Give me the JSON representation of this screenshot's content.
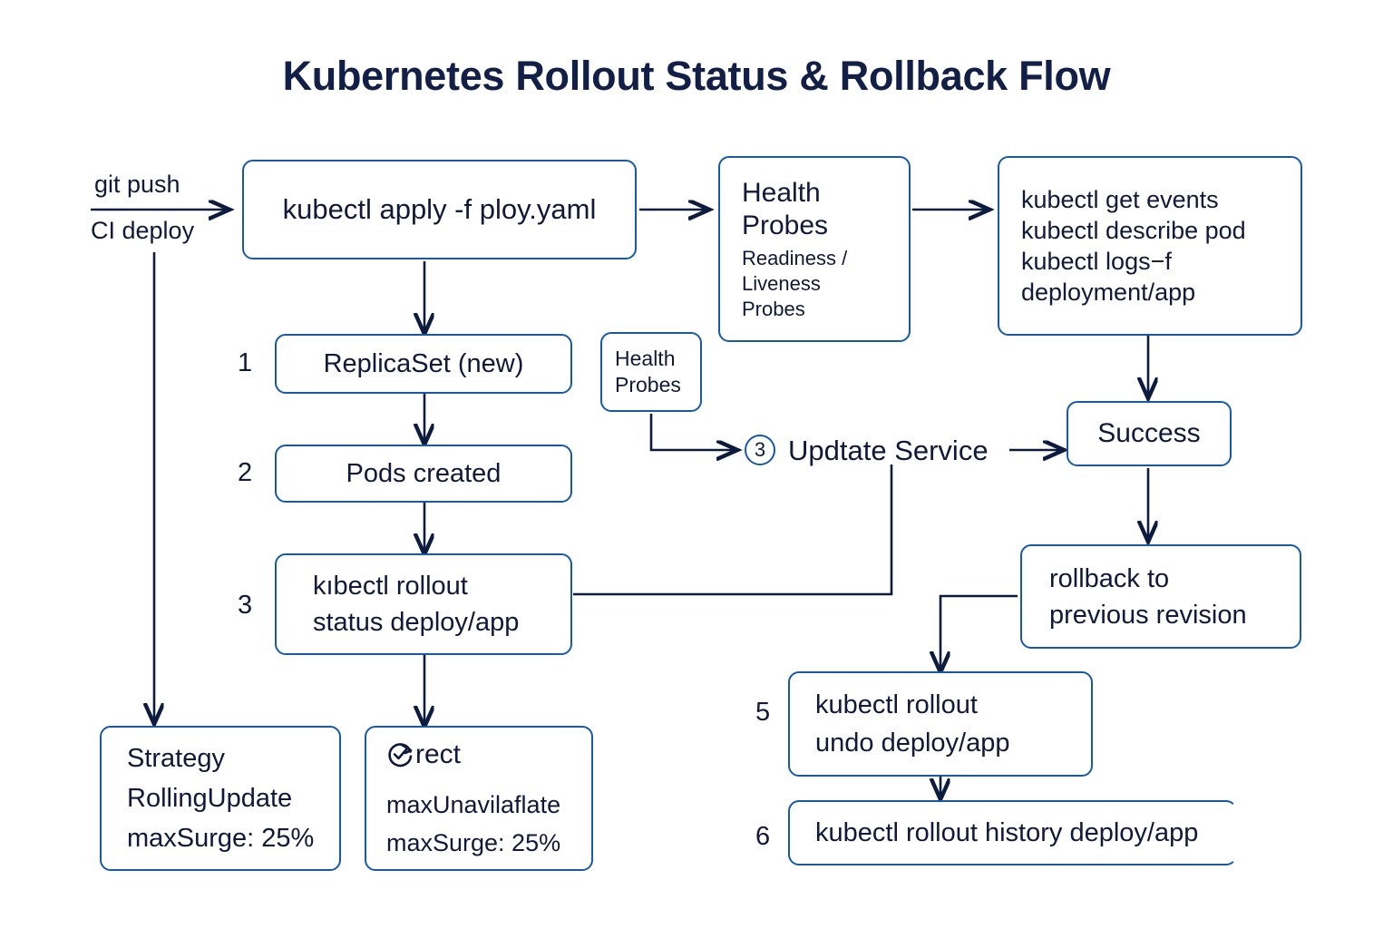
{
  "title": "Kubernetes Rollout Status & Rollback Flow",
  "theme": {
    "border": "#1659a8",
    "text": "#10193a",
    "arrow": "#0d1b3e",
    "background": "#ffffff"
  },
  "edge_labels": {
    "git_push": "git push",
    "ci_deploy": "CI deploy"
  },
  "step_numbers": {
    "one": "1",
    "two": "2",
    "three": "3",
    "three_circle": "3",
    "five": "5",
    "six": "6"
  },
  "nodes": {
    "apply": {
      "line1": "kubectl apply -f ploy.yaml"
    },
    "health_probes_big": {
      "line1": "Health",
      "line2": "Probes",
      "line3": "Readiness /",
      "line4": "Liveness",
      "line5": "Probes"
    },
    "debug_commands": {
      "line1": "kubectl get events",
      "line2": "kubectl describe pod",
      "line3": "kubectl logs−f",
      "line4": "deployment/app"
    },
    "replicaset": {
      "line1": "ReplicaSet (new)"
    },
    "health_probes_small": {
      "line1": "Health",
      "line2": "Probes"
    },
    "update_service": {
      "label": "Updtate Service"
    },
    "success": {
      "line1": "Success"
    },
    "pods_created": {
      "line1": "Pods created"
    },
    "rollout_status": {
      "line1": "kıbectl  rollout",
      "line2": "status deploy/app"
    },
    "rollback": {
      "line1": "rollback to",
      "line2": "previous revision"
    },
    "strategy": {
      "line1": "Strategy",
      "line2": "RollingUpdate",
      "line3": "maxSurge: 25%"
    },
    "rect": {
      "icon": "check-circle-arrow-icon",
      "line1": "rect",
      "line2": "maxUnavilaflate",
      "line3": "maxSurge: 25%"
    },
    "rollout_undo": {
      "line1": "kubectl rollout",
      "line2": "undo deploy/app"
    },
    "rollout_history": {
      "line1": "kubectl rollout history deploy/app"
    }
  }
}
